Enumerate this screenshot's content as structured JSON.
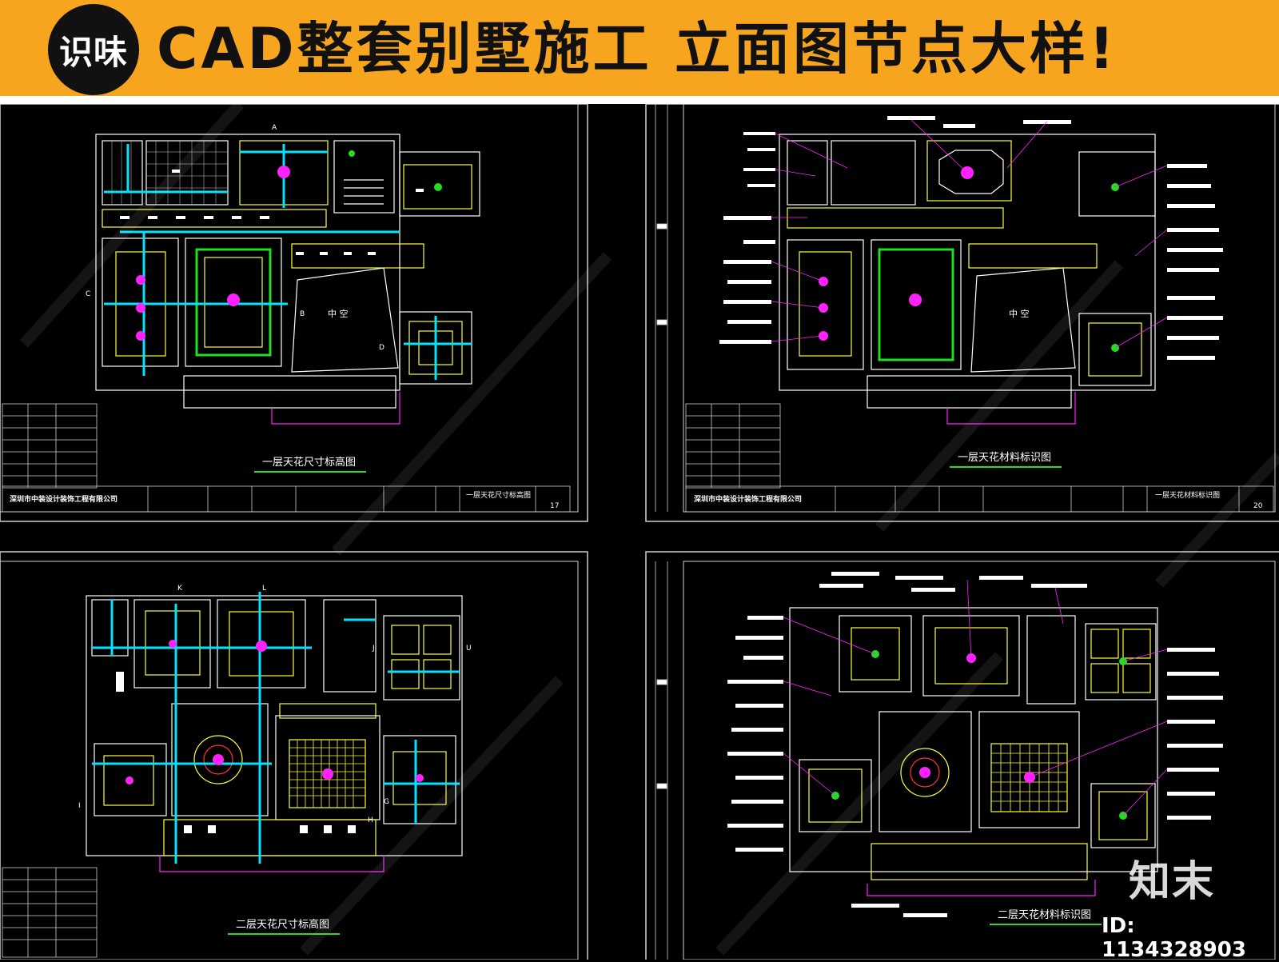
{
  "banner": {
    "logo_text": "识味",
    "title": "CAD整套别墅施工 立面图节点大样!"
  },
  "colors": {
    "banner_bg": "#f7a51e",
    "canvas_bg": "#000000",
    "cad_white": "#ffffff",
    "cad_cyan": "#00e5ff",
    "cad_magenta": "#ff22ff",
    "cad_yellow": "#ffff33",
    "cad_green": "#22dd22",
    "cad_red": "#ff3333"
  },
  "sheets": [
    {
      "drawing_title": "一层天花尺寸标高图",
      "void_label": "中 空",
      "company": "深圳市中装设计装饰工程有限公司",
      "sheet_name": "一层天花尺寸标高图",
      "sheet_no": "17",
      "axis_letters": [
        "A",
        "B",
        "C",
        "D"
      ]
    },
    {
      "drawing_title": "一层天花材料标识图",
      "void_label": "中 空",
      "company": "深圳市中装设计装饰工程有限公司",
      "sheet_name": "一层天花材料标识图",
      "sheet_no": "20"
    },
    {
      "drawing_title": "二层天花尺寸标高图",
      "axis_letters": [
        "K",
        "L",
        "I",
        "J",
        "H",
        "U",
        "G"
      ]
    },
    {
      "drawing_title": "二层天花材料标识图"
    }
  ],
  "watermark": {
    "brand": "知末",
    "id_text": "ID: 1134328903"
  }
}
